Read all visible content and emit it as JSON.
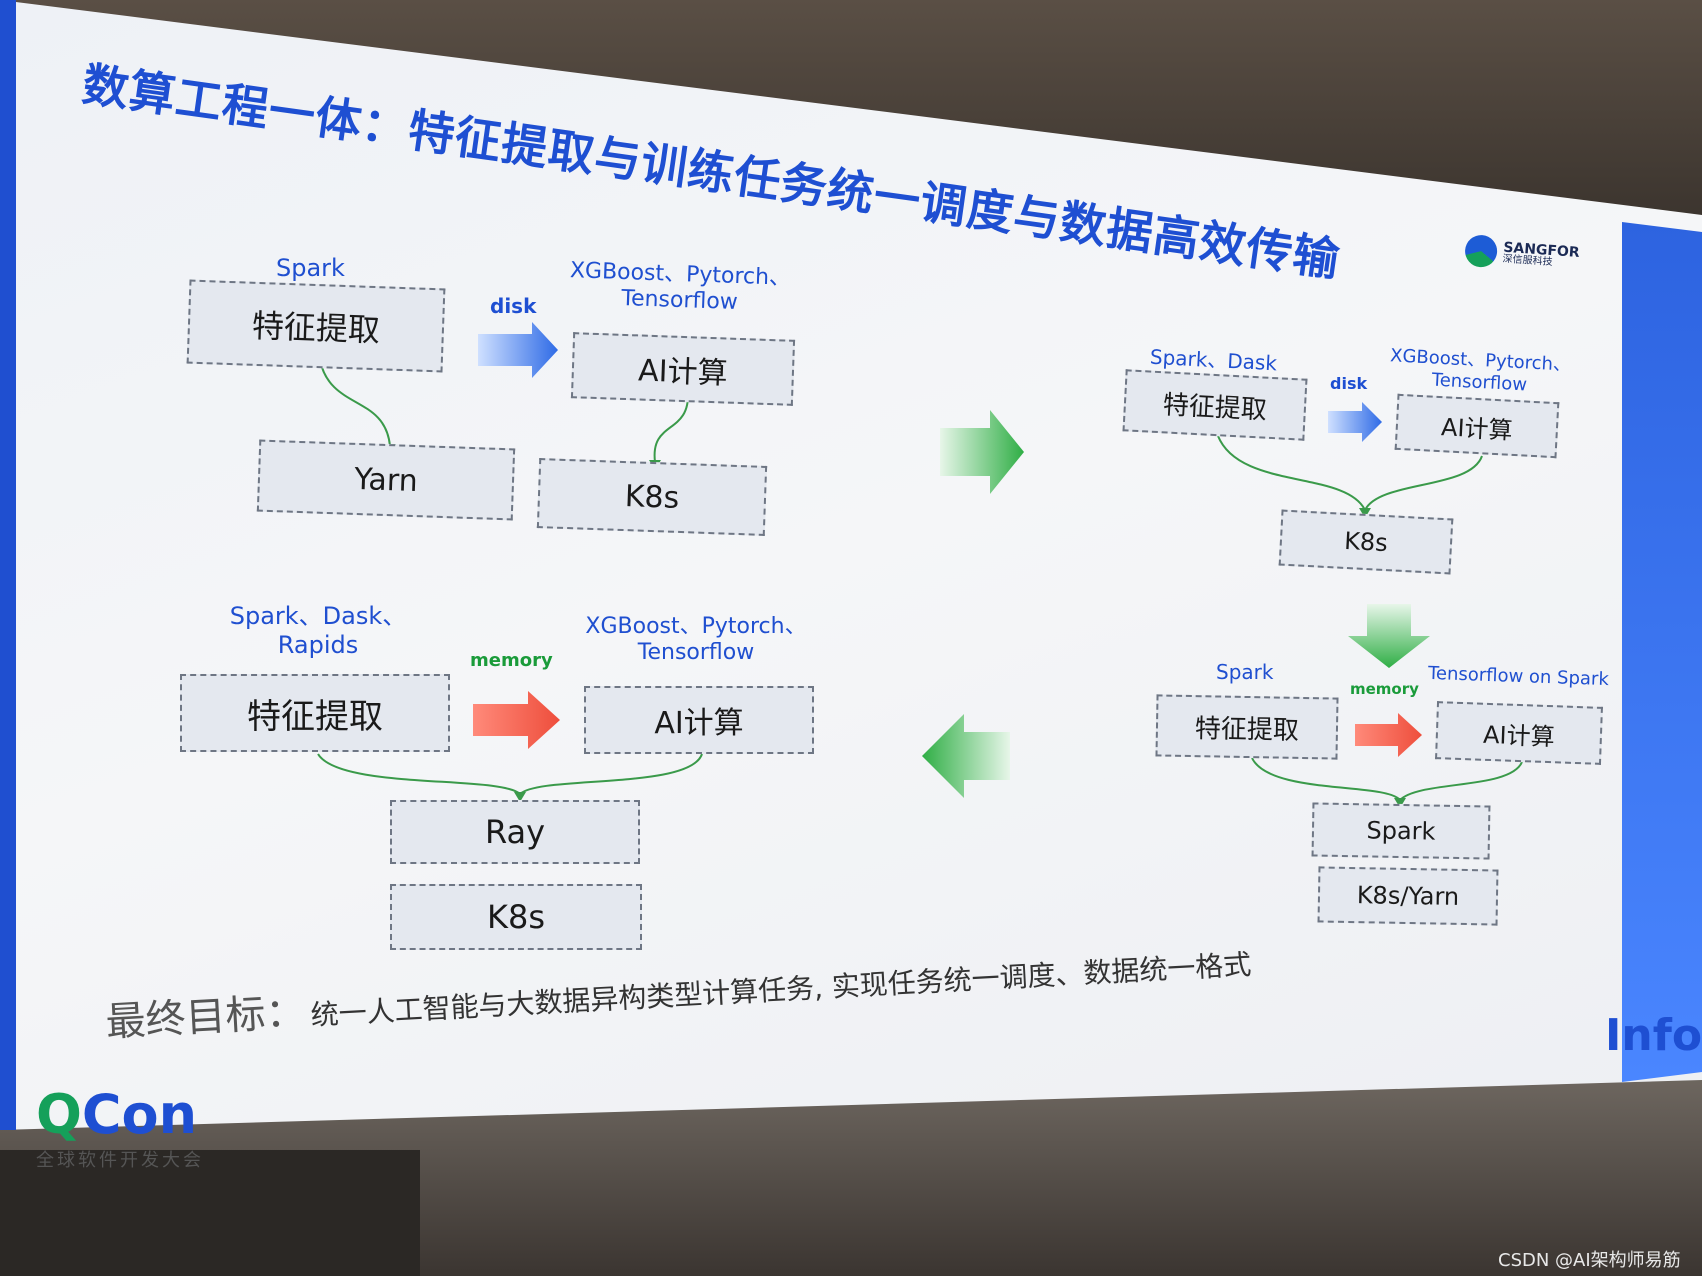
{
  "slide": {
    "title": "数算工程一体：特征提取与训练任务统一调度与数据高效传输",
    "goal_head": "最终目标：",
    "goal_body": "统一人工智能与大数据异构类型计算任务, 实现任务统一调度、数据统一格式"
  },
  "logos": {
    "sangfor_en": "SANGFOR",
    "sangfor_cn": "深信服科技",
    "qcon_q": "Q",
    "qcon_con": "Con",
    "qcon_sub": "全球软件开发大会",
    "infoq": "InfoQ"
  },
  "stage1": {
    "left_label": "Spark",
    "left_box": "特征提取",
    "transfer": "disk",
    "right_label": "XGBoost、Pytorch、Tensorflow",
    "right_box": "AI计算",
    "left_sched": "Yarn",
    "right_sched": "K8s"
  },
  "stage2": {
    "left_label": "Spark、Dask",
    "left_box": "特征提取",
    "transfer": "disk",
    "right_label": "XGBoost、Pytorch、Tensorflow",
    "right_box": "AI计算",
    "sched": "K8s"
  },
  "stage3": {
    "left_label": "Spark",
    "left_box": "特征提取",
    "transfer": "memory",
    "right_label": "Tensorflow on Spark",
    "right_box": "AI计算",
    "sched1": "Spark",
    "sched2": "K8s/Yarn"
  },
  "stage4": {
    "left_label": "Spark、Dask、Rapids",
    "left_box": "特征提取",
    "transfer": "memory",
    "right_label": "XGBoost、Pytorch、Tensorflow",
    "right_box": "AI计算",
    "sched1": "Ray",
    "sched2": "K8s"
  },
  "watermark": "CSDN @AI架构师易筋",
  "colors": {
    "title_blue": "#1e4fd2",
    "disk_arrow": "#2f6be6",
    "memory_arrow": "#f0604f",
    "flow_arrow": "#3ab54a",
    "connector": "#3a9a4a"
  }
}
